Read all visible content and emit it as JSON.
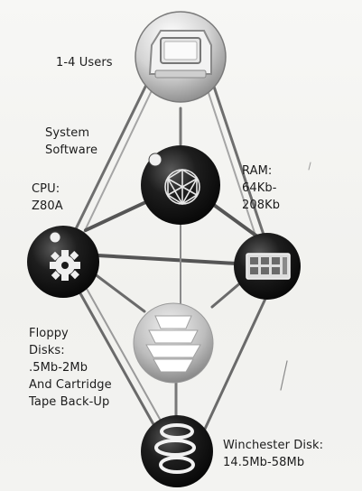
{
  "labels": {
    "users": "1-4 Users",
    "system_software": "System\nSoftware",
    "cpu": "CPU:\nZ80A",
    "ram": "RAM:\n64Kb-\n208Kb",
    "floppy": "Floppy\nDisks:\n.5Mb-2Mb\nAnd Cartridge\nTape Back-Up",
    "winchester": "Winchester Disk:\n14.5Mb-58Mb"
  },
  "nodes": [
    {
      "id": "users",
      "icon": "computer-terminal-icon"
    },
    {
      "id": "system_software",
      "icon": "globe-network-icon"
    },
    {
      "id": "cpu",
      "icon": "cog-gear-icon"
    },
    {
      "id": "ram",
      "icon": "memory-chip-icon"
    },
    {
      "id": "floppy",
      "icon": "floppy-disk-stack-icon"
    },
    {
      "id": "winchester",
      "icon": "winchester-disk-icon"
    }
  ],
  "colors": {
    "node_dark": "#141414",
    "node_light": "#cfcfcf",
    "line": "#6a6a6a",
    "background": "#f4f4f2"
  }
}
